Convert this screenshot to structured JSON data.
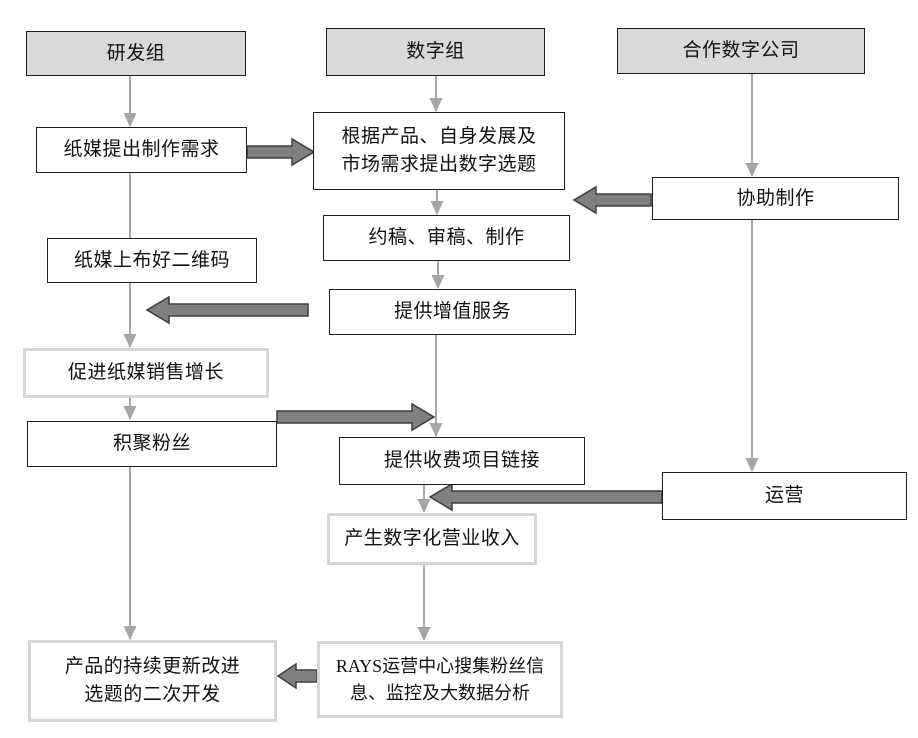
{
  "diagram_type": "flowchart",
  "colors": {
    "background": "#ffffff",
    "header_fill": "#d9d9d9",
    "box_border_dark": "#1f1f1f",
    "box_border_light": "#d6d6d6",
    "connector_gray": "#a6a6a6",
    "block_arrow_fill": "#808080",
    "block_arrow_outline": "#3d3d3d",
    "text": "#111111"
  },
  "lanes": {
    "rd": "研发组",
    "digital": "数字组",
    "partner": "合作数字公司"
  },
  "nodes": {
    "header_rd": {
      "label": "研发组"
    },
    "header_digital": {
      "label": "数字组"
    },
    "header_partner": {
      "label": "合作数字公司"
    },
    "paper_demand": {
      "label": "纸媒提出制作需求"
    },
    "digital_topic": {
      "line1": "根据产品、自身发展及",
      "line2": "市场需求提出数字选题"
    },
    "assist_produce": {
      "label": "协助制作"
    },
    "draft_review": {
      "label": "约稿、审稿、制作"
    },
    "qr_code": {
      "label": "纸媒上布好二维码"
    },
    "value_service": {
      "label": "提供增值服务"
    },
    "promote_sales": {
      "label": "促进纸媒销售增长"
    },
    "gather_fans": {
      "label": "积聚粉丝"
    },
    "paid_links": {
      "label": "提供收费项目链接"
    },
    "operation": {
      "label": "运营"
    },
    "digital_revenue": {
      "label": "产生数字化营业收入"
    },
    "product_improve": {
      "line1": "产品的持续更新改进",
      "line2": "选题的二次开发"
    },
    "rays_center": {
      "line1": "RAYS运营中心搜集粉丝信",
      "line2": "息、监控及大数据分析"
    }
  },
  "edges": [
    {
      "from": "研发组",
      "to": "纸媒提出制作需求",
      "style": "thin-arrow"
    },
    {
      "from": "纸媒提出制作需求",
      "to": "纸媒上布好二维码",
      "style": "thin-line"
    },
    {
      "from": "纸媒上布好二维码",
      "to": "促进纸媒销售增长",
      "style": "thin-arrow"
    },
    {
      "from": "促进纸媒销售增长",
      "to": "积聚粉丝",
      "style": "thin-arrow"
    },
    {
      "from": "积聚粉丝",
      "to": "产品的持续更新改进 选题的二次开发",
      "style": "thin-arrow"
    },
    {
      "from": "数字组",
      "to": "根据产品、自身发展及市场需求提出数字选题",
      "style": "thin-arrow"
    },
    {
      "from": "根据产品、自身发展及市场需求提出数字选题",
      "to": "约稿、审稿、制作",
      "style": "thin-arrow"
    },
    {
      "from": "约稿、审稿、制作",
      "to": "提供增值服务",
      "style": "thin-arrow"
    },
    {
      "from": "提供增值服务",
      "to": "提供收费项目链接",
      "style": "thin-arrow"
    },
    {
      "from": "提供收费项目链接",
      "to": "产生数字化营业收入",
      "style": "thin-arrow"
    },
    {
      "from": "产生数字化营业收入",
      "to": "RAYS运营中心搜集粉丝信息、监控及大数据分析",
      "style": "thin-arrow"
    },
    {
      "from": "合作数字公司",
      "to": "协助制作",
      "style": "thin-arrow"
    },
    {
      "from": "协助制作",
      "to": "运营",
      "style": "thin-arrow"
    },
    {
      "from": "纸媒提出制作需求",
      "to": "根据产品、自身发展及市场需求提出数字选题",
      "style": "block-arrow-right"
    },
    {
      "from": "协助制作",
      "to": "根据产品、自身发展及市场需求提出数字选题",
      "style": "block-arrow-left"
    },
    {
      "from": "提供增值服务",
      "to": "纸媒上布好二维码→促进纸媒销售增长",
      "style": "block-arrow-left"
    },
    {
      "from": "积聚粉丝",
      "to": "提供收费项目链接",
      "style": "block-arrow-right"
    },
    {
      "from": "运营",
      "to": "提供收费项目链接→产生数字化营业收入",
      "style": "block-arrow-left"
    },
    {
      "from": "RAYS运营中心搜集粉丝信息、监控及大数据分析",
      "to": "产品的持续更新改进 选题的二次开发",
      "style": "block-arrow-left"
    }
  ]
}
